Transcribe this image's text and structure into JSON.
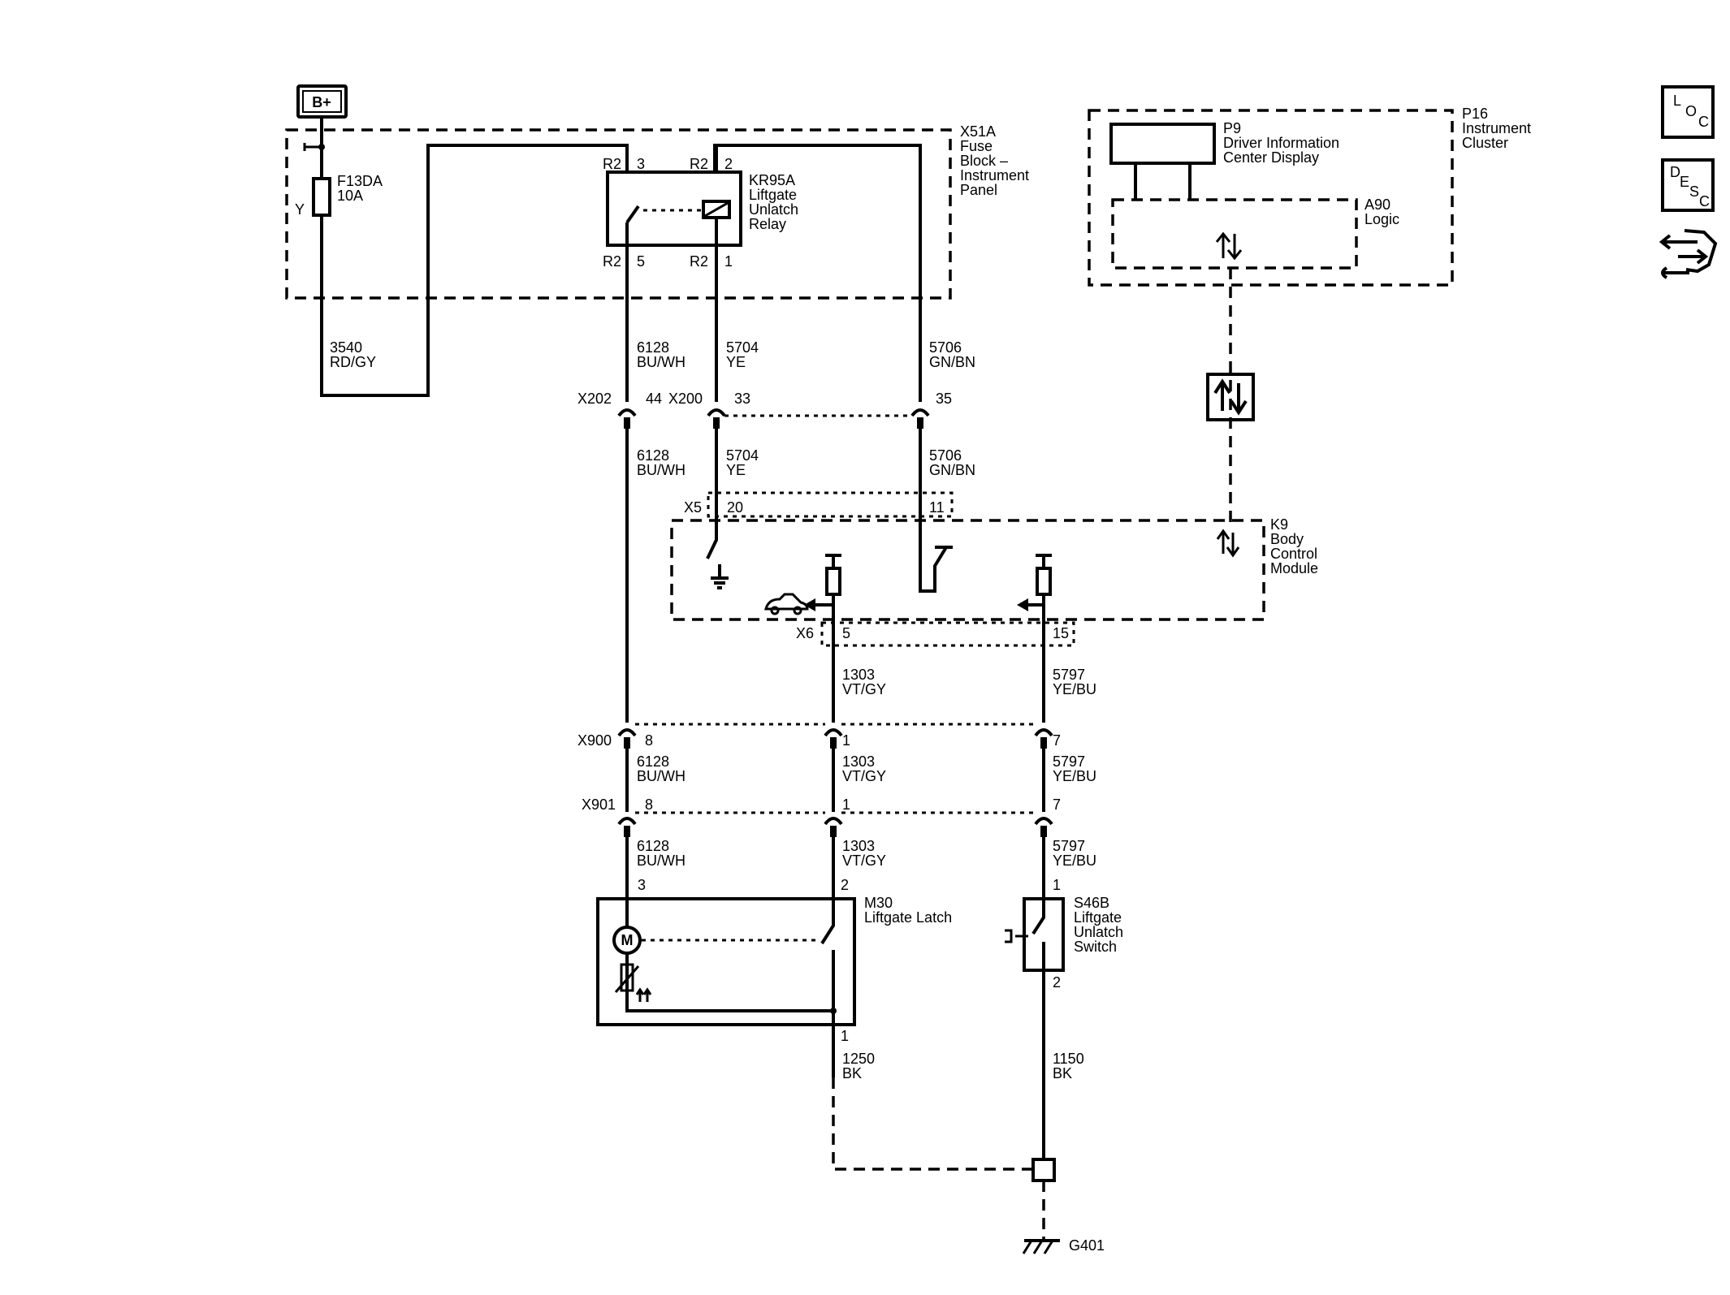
{
  "supply": {
    "label": "B+"
  },
  "fuse": {
    "id": "F13DA",
    "rating": "10A",
    "side_label": "Y"
  },
  "fuse_block": {
    "id": "X51A",
    "line1": "Fuse",
    "line2": "Block –",
    "line3": "Instrument",
    "line4": "Panel"
  },
  "relay": {
    "id": "KR95A",
    "line1": "Liftgate",
    "line2": "Unlatch",
    "line3": "Relay",
    "pins": {
      "t3_conn": "R2",
      "t3": "3",
      "t2_conn": "R2",
      "t2": "2",
      "b5_conn": "R2",
      "b5": "5",
      "b1_conn": "R2",
      "b1": "1"
    }
  },
  "wires": {
    "w3540": {
      "num": "3540",
      "color": "RD/GY"
    },
    "w6128_a": {
      "num": "6128",
      "color": "BU/WH"
    },
    "w5704_a": {
      "num": "5704",
      "color": "YE"
    },
    "w5706_a": {
      "num": "5706",
      "color": "GN/BN"
    },
    "w6128_b": {
      "num": "6128",
      "color": "BU/WH"
    },
    "w5704_b": {
      "num": "5704",
      "color": "YE"
    },
    "w5706_b": {
      "num": "5706",
      "color": "GN/BN"
    },
    "w1303_a": {
      "num": "1303",
      "color": "VT/GY"
    },
    "w5797_a": {
      "num": "5797",
      "color": "YE/BU"
    },
    "w6128_c": {
      "num": "6128",
      "color": "BU/WH"
    },
    "w1303_b": {
      "num": "1303",
      "color": "VT/GY"
    },
    "w5797_b": {
      "num": "5797",
      "color": "YE/BU"
    },
    "w6128_d": {
      "num": "6128",
      "color": "BU/WH"
    },
    "w1303_c": {
      "num": "1303",
      "color": "VT/GY"
    },
    "w5797_c": {
      "num": "5797",
      "color": "YE/BU"
    },
    "w1250": {
      "num": "1250",
      "color": "BK"
    },
    "w1150": {
      "num": "1150",
      "color": "BK"
    }
  },
  "connectors": {
    "x202": {
      "id": "X202",
      "pin": "44"
    },
    "x200": {
      "id": "X200",
      "pin33": "33",
      "pin35": "35"
    },
    "x5": {
      "id": "X5",
      "pin20": "20",
      "pin11": "11"
    },
    "x6": {
      "id": "X6",
      "pin5": "5",
      "pin15": "15"
    },
    "x900": {
      "id": "X900",
      "pin8": "8",
      "pin1": "1",
      "pin7": "7"
    },
    "x901": {
      "id": "X901",
      "pin8": "8",
      "pin1": "1",
      "pin7": "7"
    }
  },
  "cluster": {
    "id": "P16",
    "line1": "Instrument",
    "line2": "Cluster",
    "display_id": "P9",
    "display_line1": "Driver Information",
    "display_line2": "Center Display",
    "logic_id": "A90",
    "logic_line1": "Logic"
  },
  "bcm": {
    "id": "K9",
    "line1": "Body",
    "line2": "Control",
    "line3": "Module"
  },
  "latch": {
    "id": "M30",
    "line1": "Liftgate Latch",
    "pin3": "3",
    "pin2": "2",
    "pin1": "1",
    "motor_label": "M"
  },
  "switch": {
    "id": "S46B",
    "line1": "Liftgate",
    "line2": "Unlatch",
    "line3": "Switch",
    "pin1": "1",
    "pin2": "2"
  },
  "ground": {
    "id": "G401"
  },
  "side_icons": {
    "loc_l": "L",
    "loc_o": "O",
    "loc_c": "C",
    "desc_d": "D",
    "desc_e": "E",
    "desc_s": "S",
    "desc_c": "C"
  }
}
